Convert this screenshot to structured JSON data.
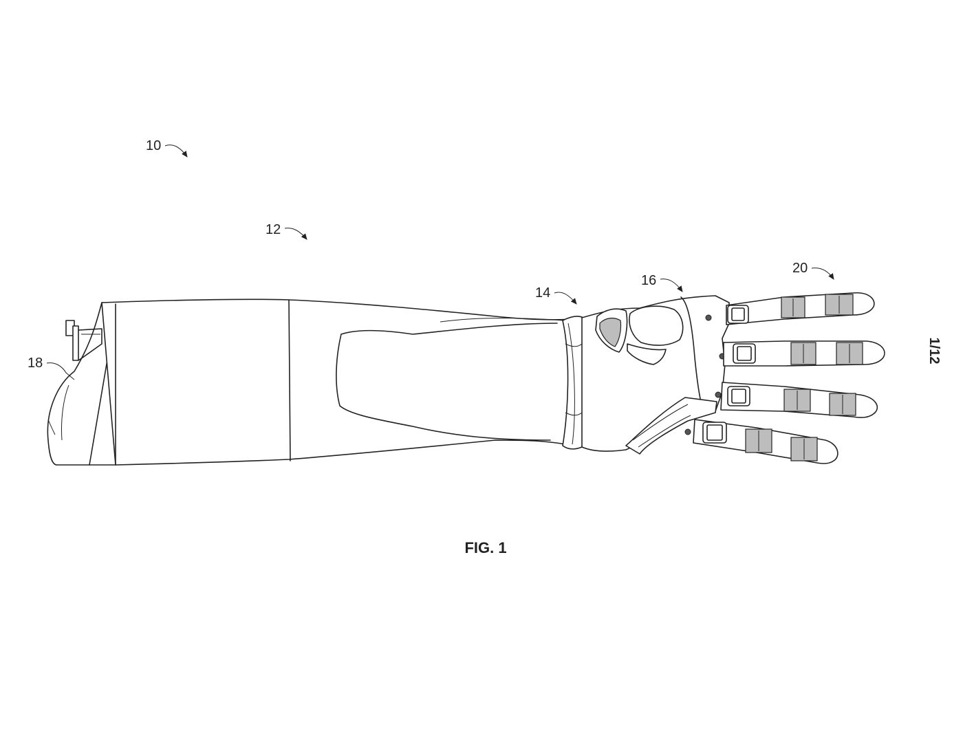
{
  "drawing": {
    "figure_label": "FIG. 1",
    "sheet_number": "1/12",
    "reference_numerals": {
      "device": "10",
      "arm": "12",
      "wrist": "14",
      "palm": "16",
      "socket": "18",
      "fingers": "20"
    }
  }
}
